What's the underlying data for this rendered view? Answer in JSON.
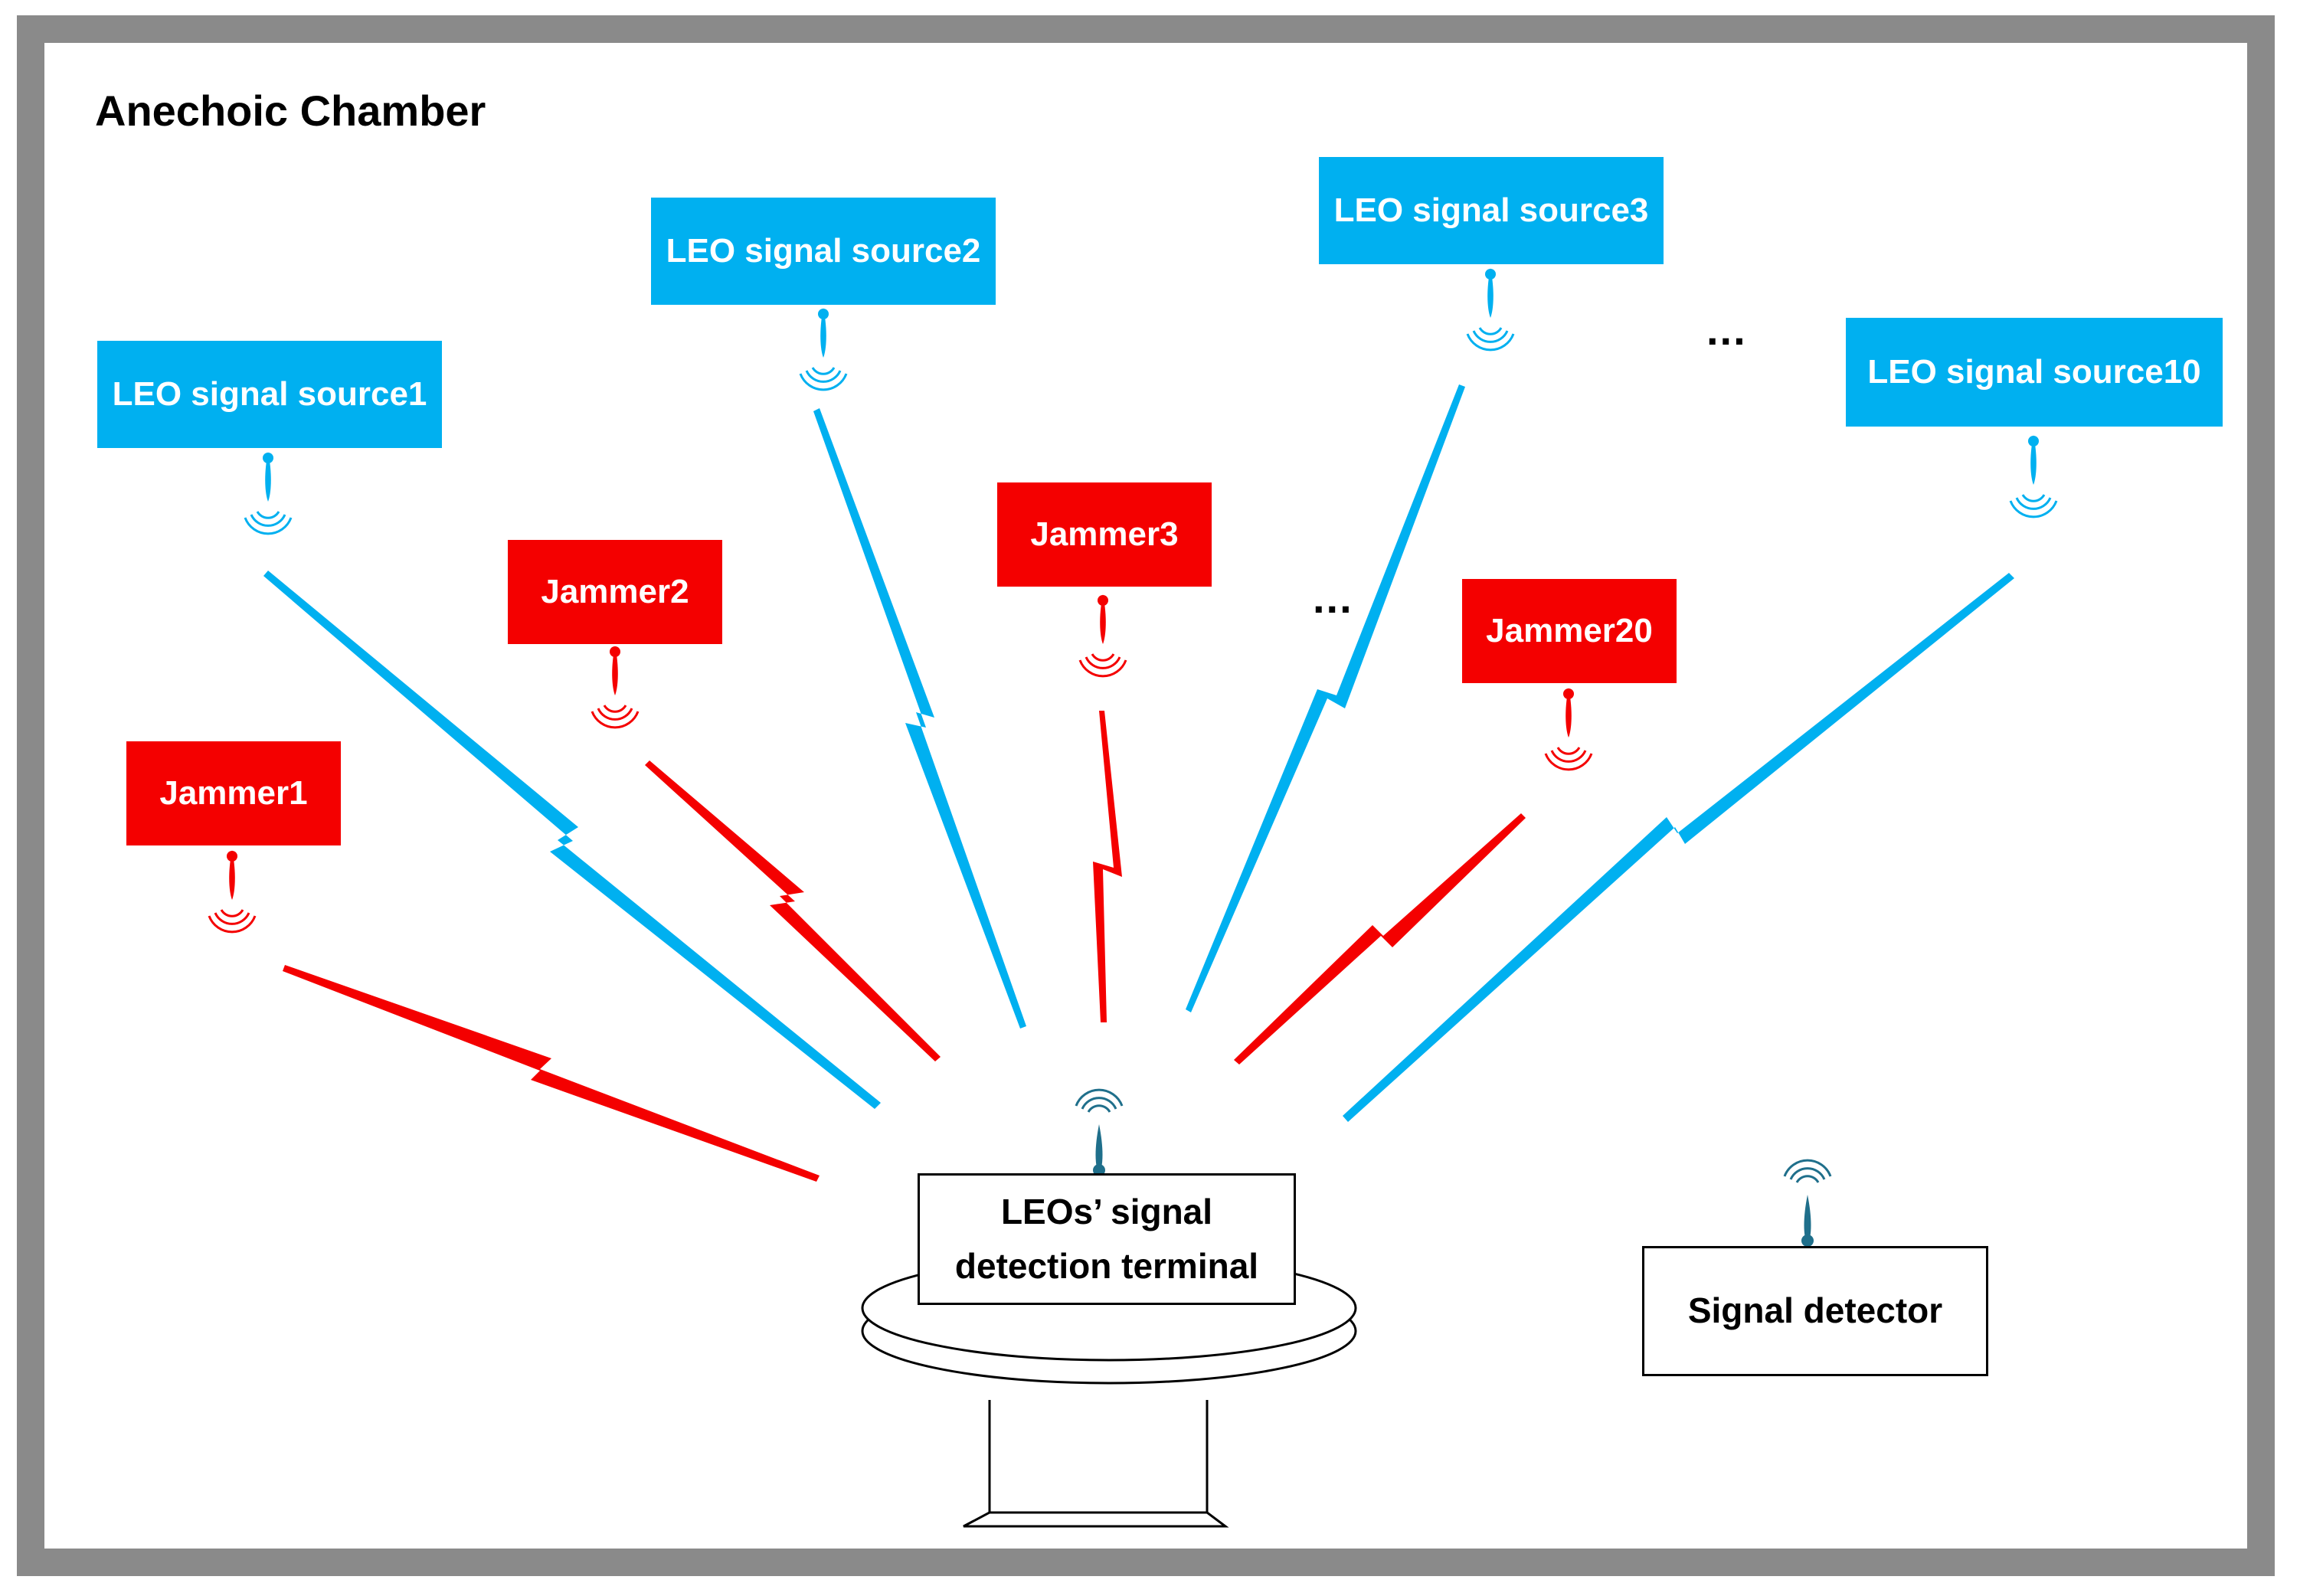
{
  "chamber": {
    "title": "Anechoic Chamber"
  },
  "leo_sources": [
    {
      "label": "LEO signal source1"
    },
    {
      "label": "LEO signal source2"
    },
    {
      "label": "LEO signal source3"
    },
    {
      "label": "LEO signal source10"
    }
  ],
  "jammers": [
    {
      "label": "Jammer1"
    },
    {
      "label": "Jammer2"
    },
    {
      "label": "Jammer3"
    },
    {
      "label": "Jammer20"
    }
  ],
  "ellipsis": {
    "leo": "...",
    "jammer": "..."
  },
  "terminal": {
    "line1": "LEOs’ signal",
    "line2": "detection terminal"
  },
  "detector": {
    "label": "Signal detector"
  },
  "colors": {
    "leo": "#00b0f0",
    "jammer": "#f40000",
    "antenna": "#1f6f8b",
    "border": "#8a8a8a"
  }
}
